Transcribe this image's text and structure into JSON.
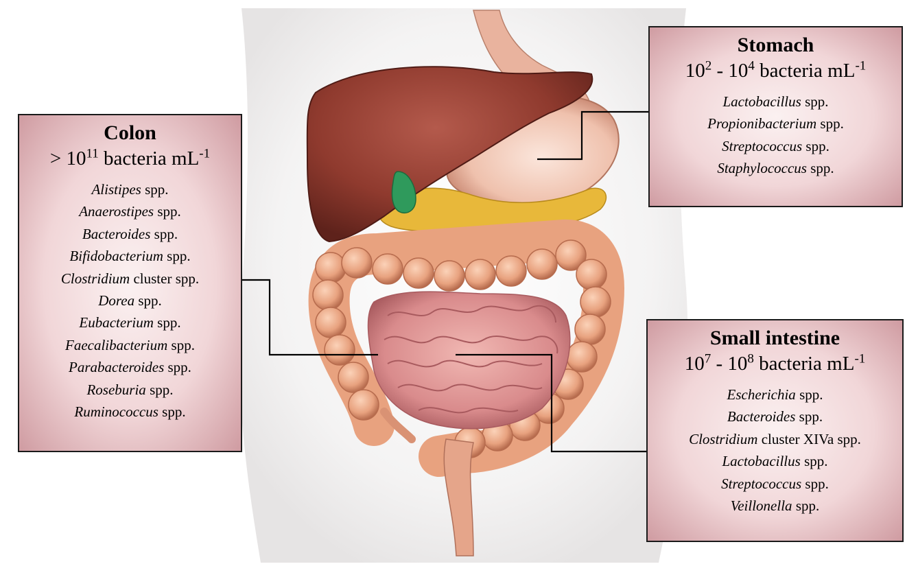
{
  "stomach": {
    "title": "Stomach",
    "conc_base1": "10",
    "conc_exp1": "2",
    "conc_sep": " - ",
    "conc_base2": "10",
    "conc_exp2": "4",
    "conc_unit": " bacteria mL",
    "conc_unit_exp": "-1",
    "items": [
      {
        "genus": "Lactobacillus",
        "suffix": " spp."
      },
      {
        "genus": "Propionibacterium",
        "suffix": " spp."
      },
      {
        "genus": "Streptococcus",
        "suffix": " spp."
      },
      {
        "genus": "Staphylococcus",
        "suffix": " spp."
      }
    ]
  },
  "colon": {
    "title": "Colon",
    "conc_prefix": "> ",
    "conc_base1": "10",
    "conc_exp1": "11",
    "conc_unit": " bacteria mL",
    "conc_unit_exp": "-1",
    "items": [
      {
        "genus": "Alistipes",
        "suffix": " spp."
      },
      {
        "genus": "Anaerostipes",
        "suffix": " spp."
      },
      {
        "genus": "Bacteroides",
        "suffix": " spp."
      },
      {
        "genus": "Bifidobacterium",
        "suffix": " spp."
      },
      {
        "genus": "Clostridium",
        "suffix": " cluster spp."
      },
      {
        "genus": "Dorea",
        "suffix": " spp."
      },
      {
        "genus": "Eubacterium",
        "suffix": " spp."
      },
      {
        "genus": "Faecalibacterium",
        "suffix": " spp."
      },
      {
        "genus": "Parabacteroides",
        "suffix": " spp."
      },
      {
        "genus": "Roseburia",
        "suffix": " spp."
      },
      {
        "genus": "Ruminococcus",
        "suffix": " spp."
      }
    ]
  },
  "small_intestine": {
    "title": "Small intestine",
    "conc_base1": "10",
    "conc_exp1": "7",
    "conc_sep": " - ",
    "conc_base2": "10",
    "conc_exp2": "8",
    "conc_unit": " bacteria mL",
    "conc_unit_exp": "-1",
    "items": [
      {
        "genus": "Escherichia",
        "suffix": " spp."
      },
      {
        "genus": "Bacteroides",
        "suffix": " spp."
      },
      {
        "genus": "Clostridium",
        "suffix": " cluster XIVa spp."
      },
      {
        "genus": "Lactobacillus",
        "suffix": " spp."
      },
      {
        "genus": "Streptococcus",
        "suffix": " spp."
      },
      {
        "genus": "Veillonella",
        "suffix": " spp."
      }
    ]
  },
  "colors": {
    "liver": "#8f3a2e",
    "stomach": "#f0c4b0",
    "pancreas": "#e8b83a",
    "gallbladder": "#2f9a5c",
    "colon": "#e8a27f",
    "small_intestine": "#d98b8c",
    "box_edge": "#cf9ba1",
    "box_center": "#fbf1f1"
  }
}
